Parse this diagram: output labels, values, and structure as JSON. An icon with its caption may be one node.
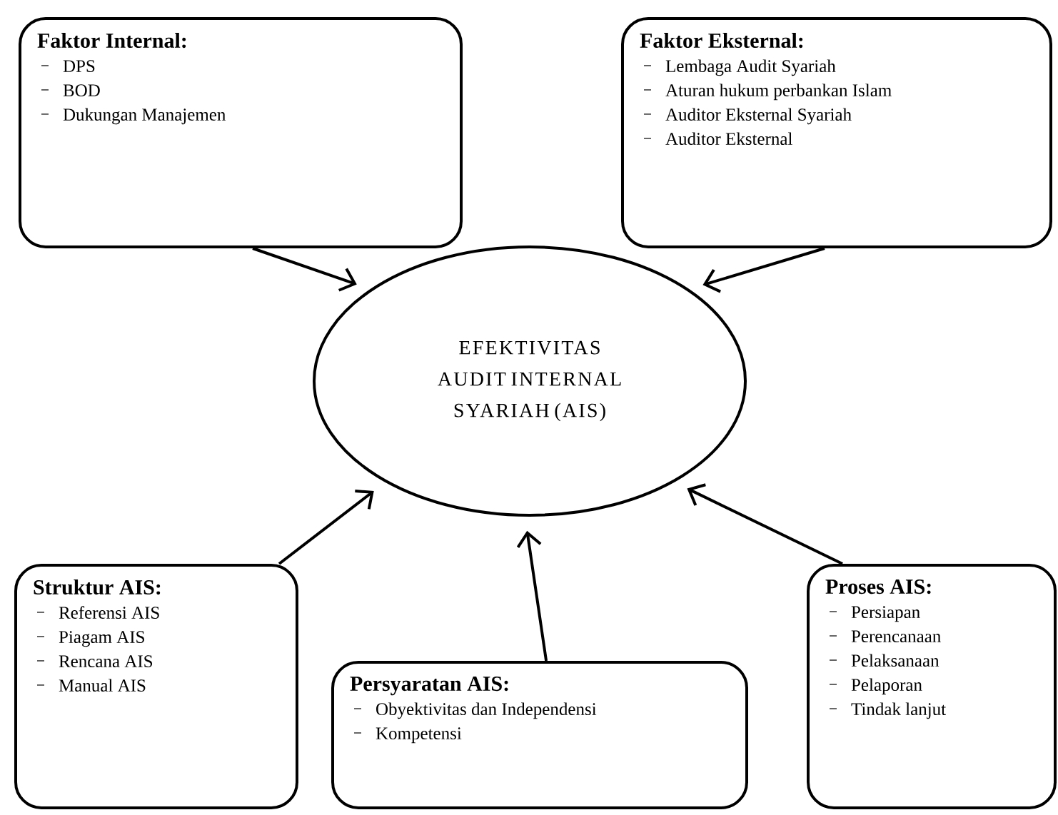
{
  "diagram": {
    "nodes": [
      {
        "text": [
          "Faktor Internal:",
          "DPS",
          "BOD",
          "Dukungan Manajemen"
        ]
      },
      {
        "text": [
          "Faktor Eksternal:",
          "Lembaga Audit Syariah",
          "Aturan hukum perbankan Islam",
          "Auditor Eksternal Syariah",
          "Auditor Eksternal"
        ]
      },
      {
        "text": [
          "EFEKTIVITAS AUDIT INTERNAL SYARIAH (AIS)"
        ]
      },
      {
        "text": [
          "Struktur AIS:",
          "Referensi AIS",
          "Piagam AIS",
          "Rencana AIS",
          "Manual AIS"
        ]
      },
      {
        "text": [
          "Persyaratan AIS:",
          "Obyektivitas dan Independensi",
          "Kompetensi"
        ]
      },
      {
        "text": [
          "Proses AIS:",
          "Persiapan",
          "Perencanaan",
          "Pelaksanaan",
          "Pelaporan",
          "Tindak lanjut"
        ]
      }
    ],
    "edges": [
      {
        "from": 0,
        "to": 2,
        "arrow": "to"
      },
      {
        "from": 1,
        "to": 2,
        "arrow": "to"
      },
      {
        "from": 3,
        "to": 2,
        "arrow": "to"
      },
      {
        "from": 4,
        "to": 2,
        "arrow": "to"
      },
      {
        "from": 5,
        "to": 2,
        "arrow": "to"
      }
    ]
  }
}
